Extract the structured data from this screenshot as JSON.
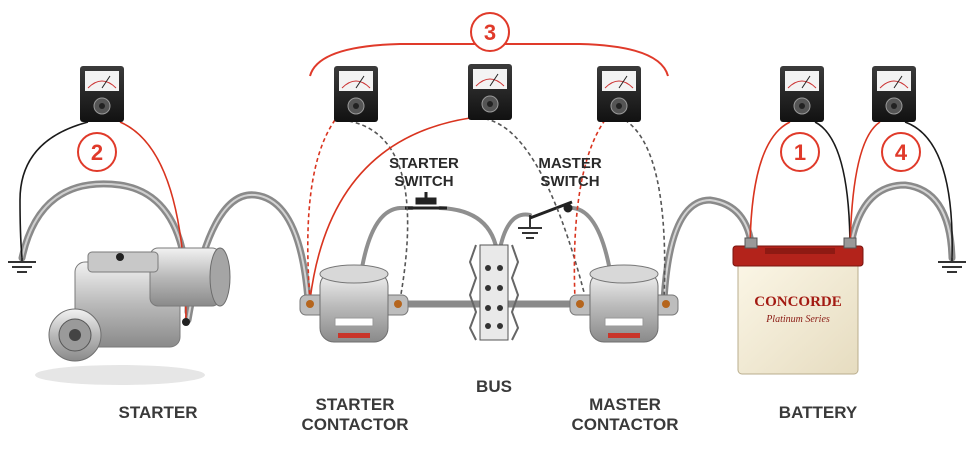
{
  "labels": {
    "starter": "STARTER",
    "starter_contactor_1": "STARTER",
    "starter_contactor_2": "CONTACTOR",
    "bus": "BUS",
    "master_contactor_1": "MASTER",
    "master_contactor_2": "CONTACTOR",
    "battery": "BATTERY",
    "starter_switch_1": "STARTER",
    "starter_switch_2": "SWITCH",
    "master_switch_1": "MASTER",
    "master_switch_2": "SWITCH"
  },
  "steps": [
    "1",
    "2",
    "3",
    "4"
  ],
  "battery_brand": "CONCORDE",
  "battery_series": "Platinum Series",
  "colors": {
    "accent": "#e03a2a",
    "wire_black": "#1a1a1a",
    "wire_red": "#d9341f",
    "cable_gray": "#7d7d7d",
    "label": "#3a3a3a"
  }
}
